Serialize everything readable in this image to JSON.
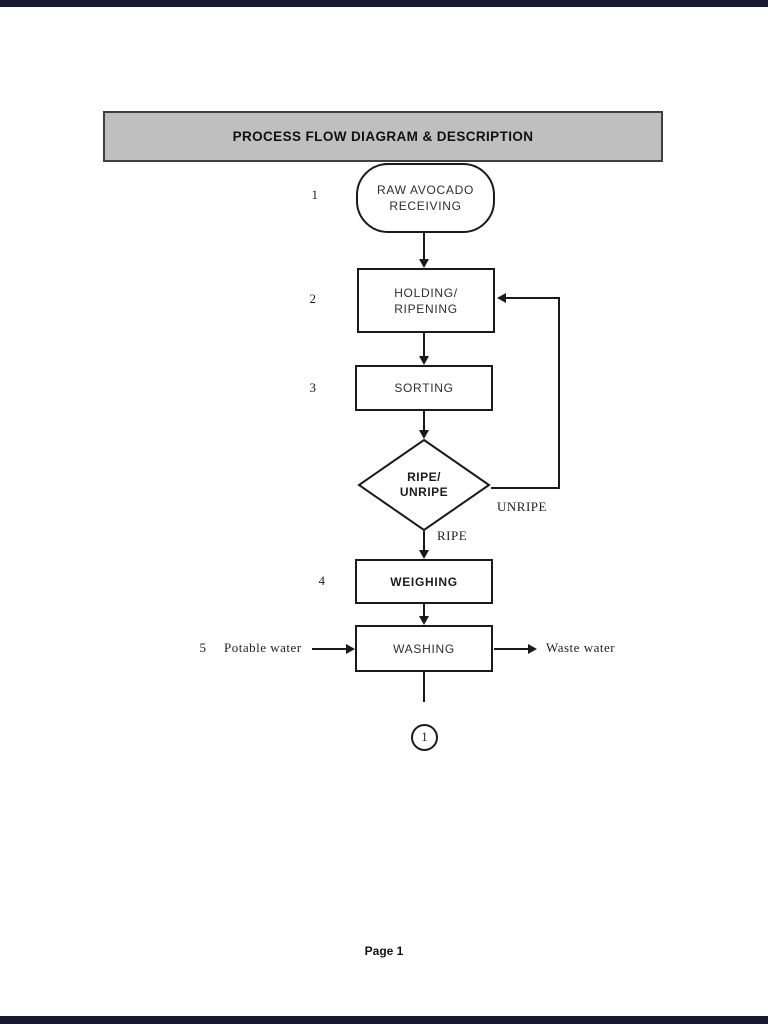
{
  "page": {
    "footer": "Page 1",
    "background": "#ffffff",
    "edge_bar_color": "#191930"
  },
  "header": {
    "title": "PROCESS FLOW DIAGRAM & DESCRIPTION",
    "background": "#bfbfbf"
  },
  "flow": {
    "line_color": "#1a1a1a",
    "steps": [
      {
        "number": "1",
        "shape": "terminator",
        "label": "RAW AVOCADO\nRECEIVING"
      },
      {
        "number": "2",
        "shape": "process",
        "label": "HOLDING/\nRIPENING"
      },
      {
        "number": "3",
        "shape": "process",
        "label": "SORTING"
      },
      {
        "number": "",
        "shape": "decision",
        "label": "RIPE/\nUNRIPE"
      },
      {
        "number": "4",
        "shape": "process",
        "label": "WEIGHING"
      },
      {
        "number": "5",
        "shape": "process",
        "label": "WASHING"
      }
    ],
    "branches": {
      "unripe": "UNRIPE",
      "ripe": "RIPE"
    },
    "side_flows": {
      "input": "Potable water",
      "output": "Waste water"
    },
    "offpage_connector": "1"
  }
}
